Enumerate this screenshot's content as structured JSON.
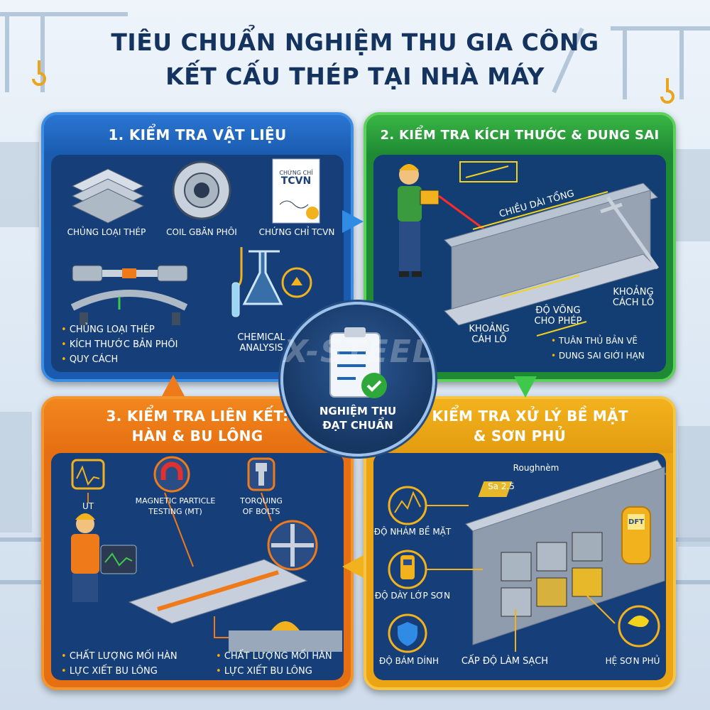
{
  "title": {
    "line1": "TIÊU CHUẨN NGHIỆM THU GIA CÔNG",
    "line2": "KẾT CẤU THÉP TẠI NHÀ MÁY"
  },
  "center": {
    "text1": "NGHIỆM THU",
    "text2": "ĐẠT CHUẨN",
    "watermark": "X-STEEL"
  },
  "colors": {
    "blue": "#1d63b8",
    "green": "#2fa83a",
    "orange": "#ee7a1a",
    "yellow": "#f2b21d",
    "navy": "#173763"
  },
  "panel1": {
    "header": "1. KIỂM TRA VẬT LIỆU",
    "icon_labels": [
      "CHỦNG LOẠI THÉP",
      "COIL GBĂN PHÔI",
      "CHỨNG CHỈ TCVN"
    ],
    "cert_small": "CHỨNG CHỈ",
    "cert_big": "TCVN",
    "bullets": [
      "CHỦNG LOẠI THÉP",
      "KÍCH THƯỚC BẢN PHÔI",
      "QUY CÁCH"
    ],
    "chemical": "CHEMICAL\nANALYSIS"
  },
  "panel2": {
    "header": "2. KIỂM TRA KÍCH THƯỚC & DUNG SAI",
    "length_label": "CHIỀU DÀI TỔNG",
    "hole_label_right": "KHOẢNG\nCÁCH LỖ",
    "deflection_label": "ĐỘ VÕNG\nCHO PHÉP",
    "hole_label_left": "KHOẢNG\nCÁH LỖ",
    "bullets": [
      "TUÂN THỦ BẢN VẼ",
      "DUNG SAI GIỚI HẠN"
    ]
  },
  "panel3": {
    "header": "3. KIỂM TRA LIÊN KẾT:\nHÀN & BU LÔNG",
    "icon_labels": [
      "UT",
      "MAGNETIC PARTICLE\nTESTING (MT)",
      "TORQUING\nOF BOLTS"
    ],
    "bullets_left": [
      "CHẤT LƯỢNG MỐI HÀN",
      "LỰC XIẾT BU LÔNG"
    ],
    "bullets_right": [
      "CHẤT LƯỢNG MỐI HÀN",
      "LỰC XIẾT BU LÔNG"
    ]
  },
  "panel4": {
    "header": "4. KIỂM TRA XỬ LÝ BỀ MẶT\n& SƠN PHỦ",
    "roughness": "Roughnèm",
    "sa": "Sa 2.5",
    "dft": "DFT",
    "labels": [
      "ĐỘ NHÁM BỀ MẶT",
      "ĐỘ DÀY LỚP SƠN",
      "ĐỘ BÁM DÍNH",
      "CẤP ĐỘ LÀM SẠCH",
      "HỆ SƠN PHỦ"
    ]
  }
}
